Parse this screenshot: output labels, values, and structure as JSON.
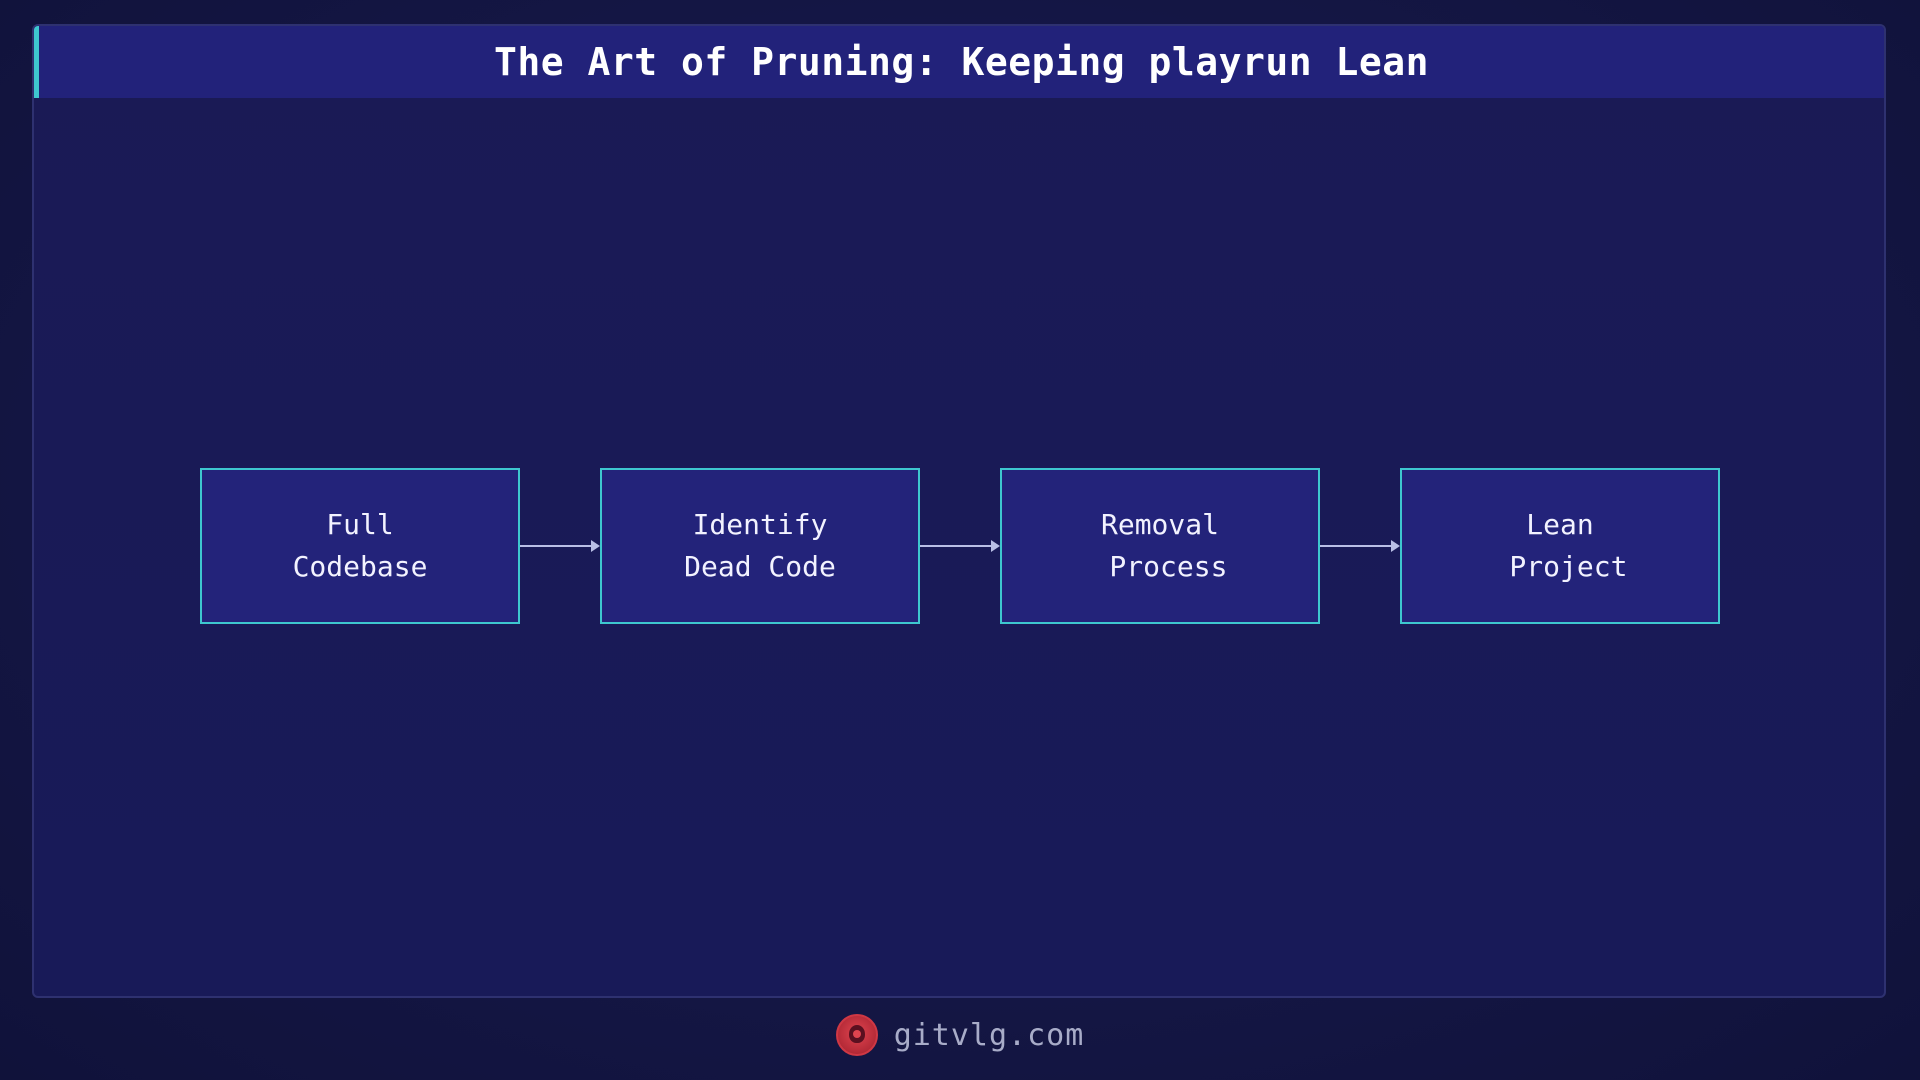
{
  "header": {
    "title": "The Art of Pruning: Keeping playrun Lean"
  },
  "flow": {
    "nodes": [
      {
        "line1": "Full",
        "line2": "Codebase"
      },
      {
        "line1": "Identify",
        "line2": "Dead Code"
      },
      {
        "line1": "Removal",
        "line2": " Process"
      },
      {
        "line1": "Lean",
        "line2": " Project"
      }
    ]
  },
  "footer": {
    "site": "gitvlg.com",
    "logo_icon": "lion-head-icon"
  },
  "colors": {
    "background": "#141644",
    "title_bar": "#22227a",
    "accent": "#3ec7cf",
    "node_fill": "#23237a",
    "node_text": "#f2f2ff",
    "arrow": "#b9bfe6",
    "logo": "#cf3844"
  }
}
